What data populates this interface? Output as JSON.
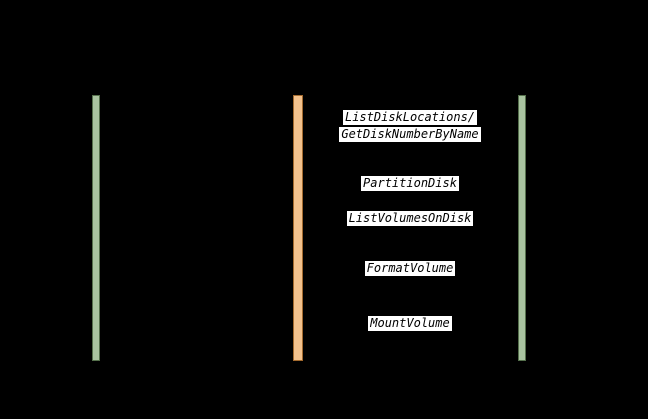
{
  "diagram": {
    "background_color": "#000000",
    "label_background_color": "#ffffff",
    "label_text_color": "#000000",
    "lifelines": [
      {
        "id": "left",
        "fill_color": "#a9c3a0",
        "border_color": "#55704c"
      },
      {
        "id": "middle",
        "fill_color": "#f3c18c",
        "border_color": "#a36a2e"
      },
      {
        "id": "right",
        "fill_color": "#a9c3a0",
        "border_color": "#55704c"
      }
    ],
    "messages": [
      {
        "lines": [
          "ListDiskLocations/",
          "GetDiskNumberByName"
        ]
      },
      {
        "lines": [
          "PartitionDisk"
        ]
      },
      {
        "lines": [
          "ListVolumesOnDisk"
        ]
      },
      {
        "lines": [
          "FormatVolume"
        ]
      },
      {
        "lines": [
          "MountVolume"
        ]
      }
    ]
  }
}
